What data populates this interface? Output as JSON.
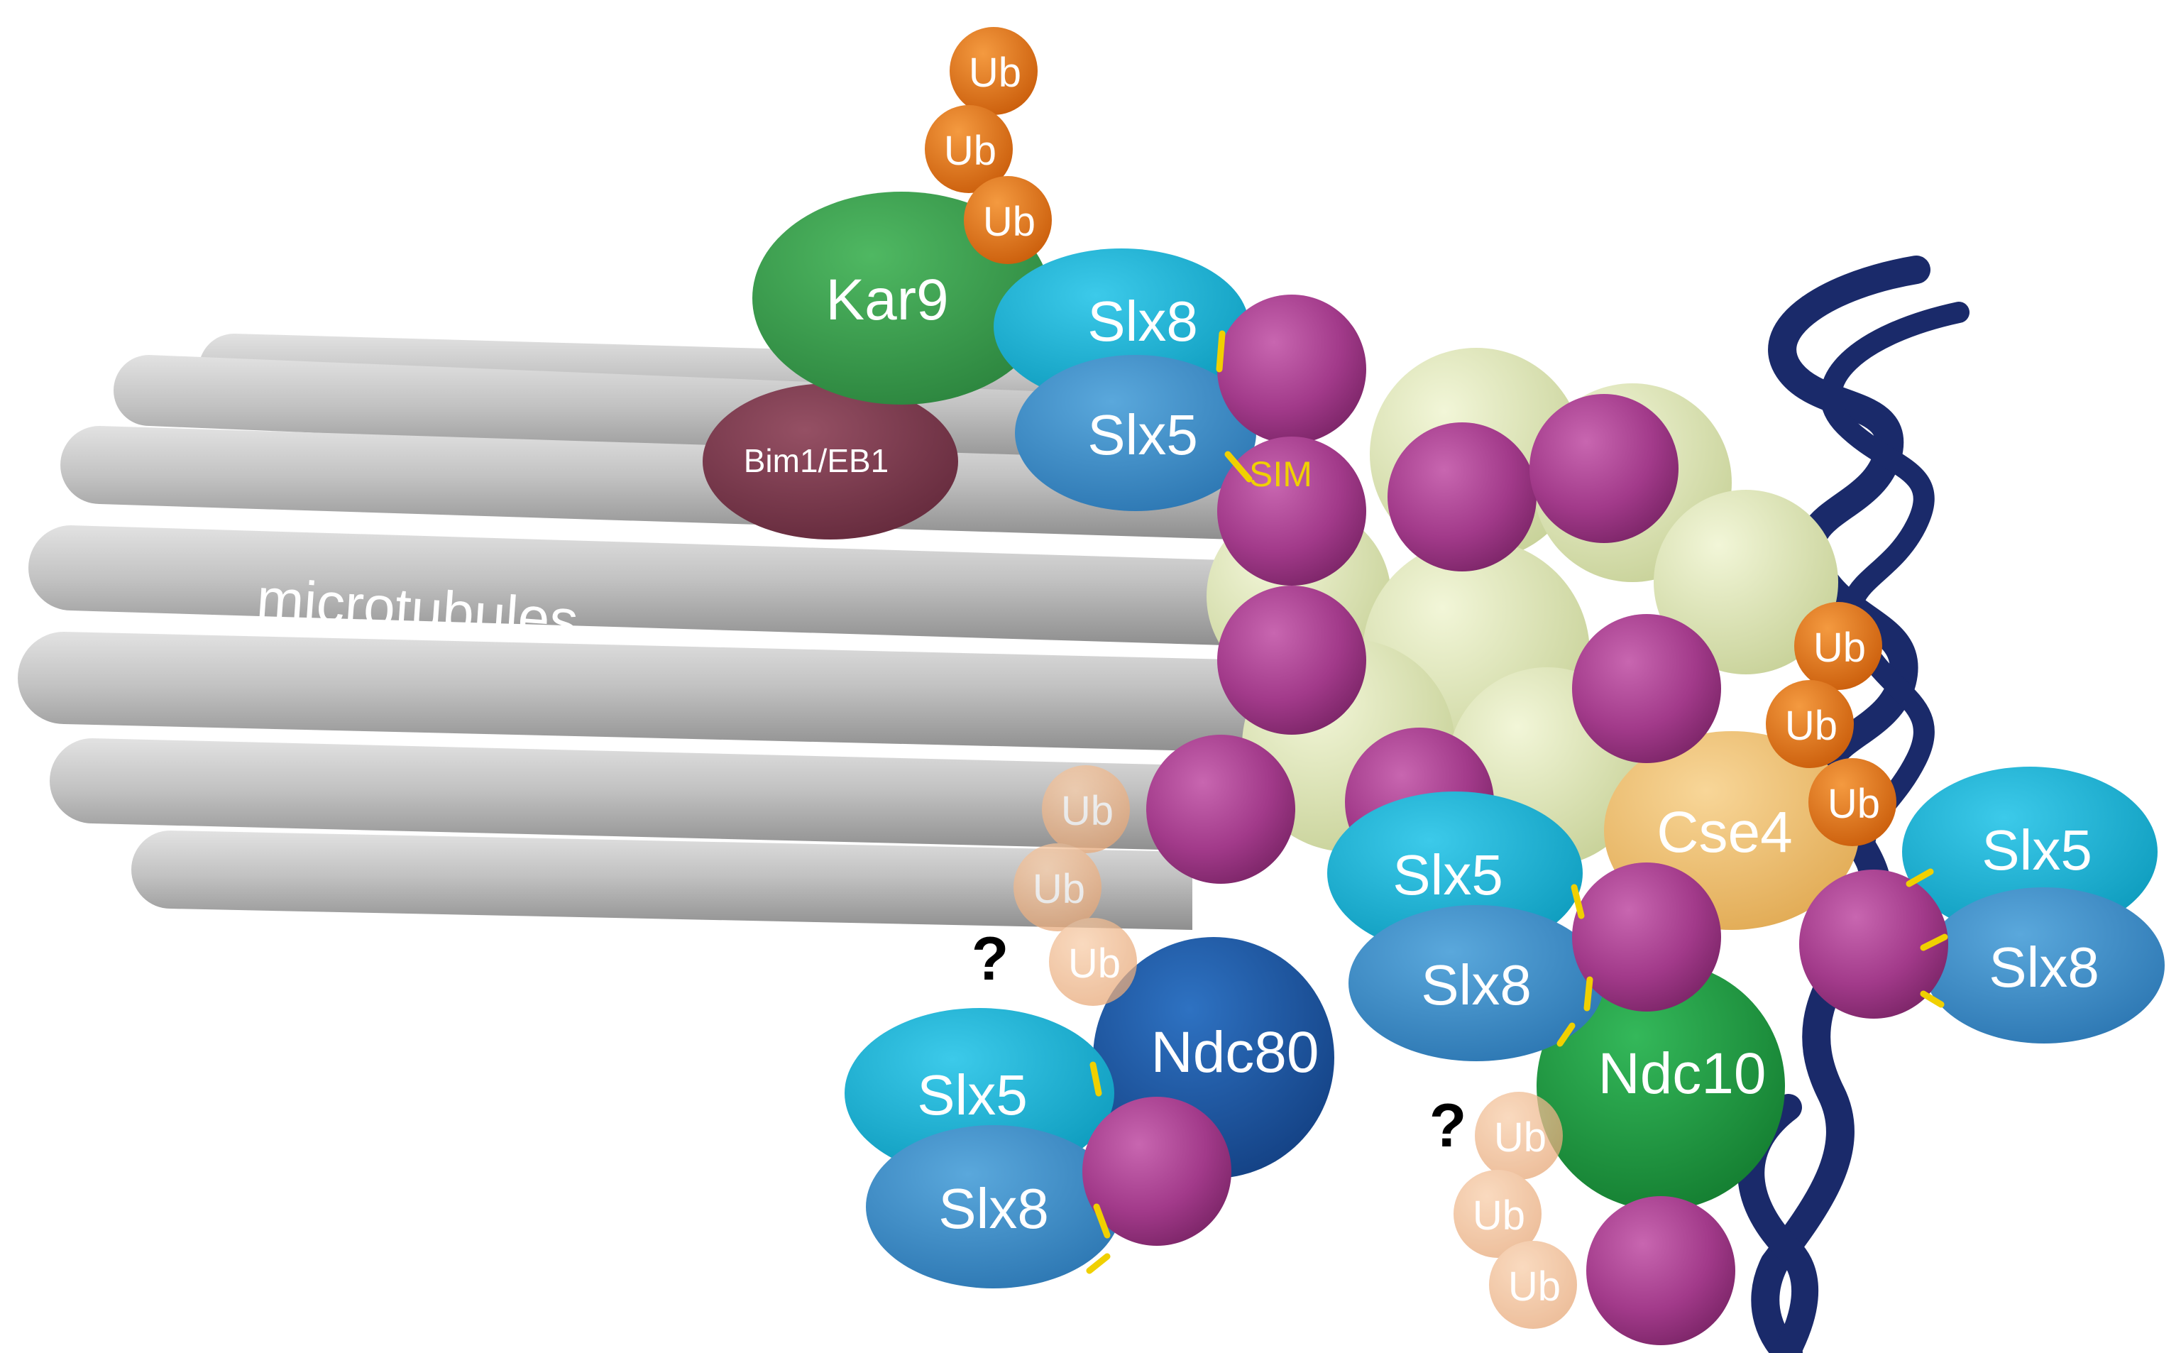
{
  "labels": {
    "microtubules": "microtubules",
    "kar9": "Kar9",
    "bim1": "Bim1/EB1",
    "slx8": "Slx8",
    "slx5": "Slx5",
    "sim": "SIM",
    "cse4": "Cse4",
    "ndc80": "Ndc80",
    "ndc10": "Ndc10",
    "ub": "Ub",
    "question": "?"
  },
  "colors": {
    "microtubule": "#b8b8b8",
    "kar9": "#3a9a4e",
    "bim1": "#7a3a4e",
    "slx5": "#1ab0d0",
    "slx8": "#3a8ec8",
    "sumo": "#a03a88",
    "nucleosome": "#dfe6b4",
    "cse4": "#f0c070",
    "ndc80": "#1e5aa8",
    "ndc10": "#1ea040",
    "ub": "#e07010",
    "ub_faded": "#f0b888",
    "dna": "#1a2a6a",
    "sim": "#f0d000"
  }
}
